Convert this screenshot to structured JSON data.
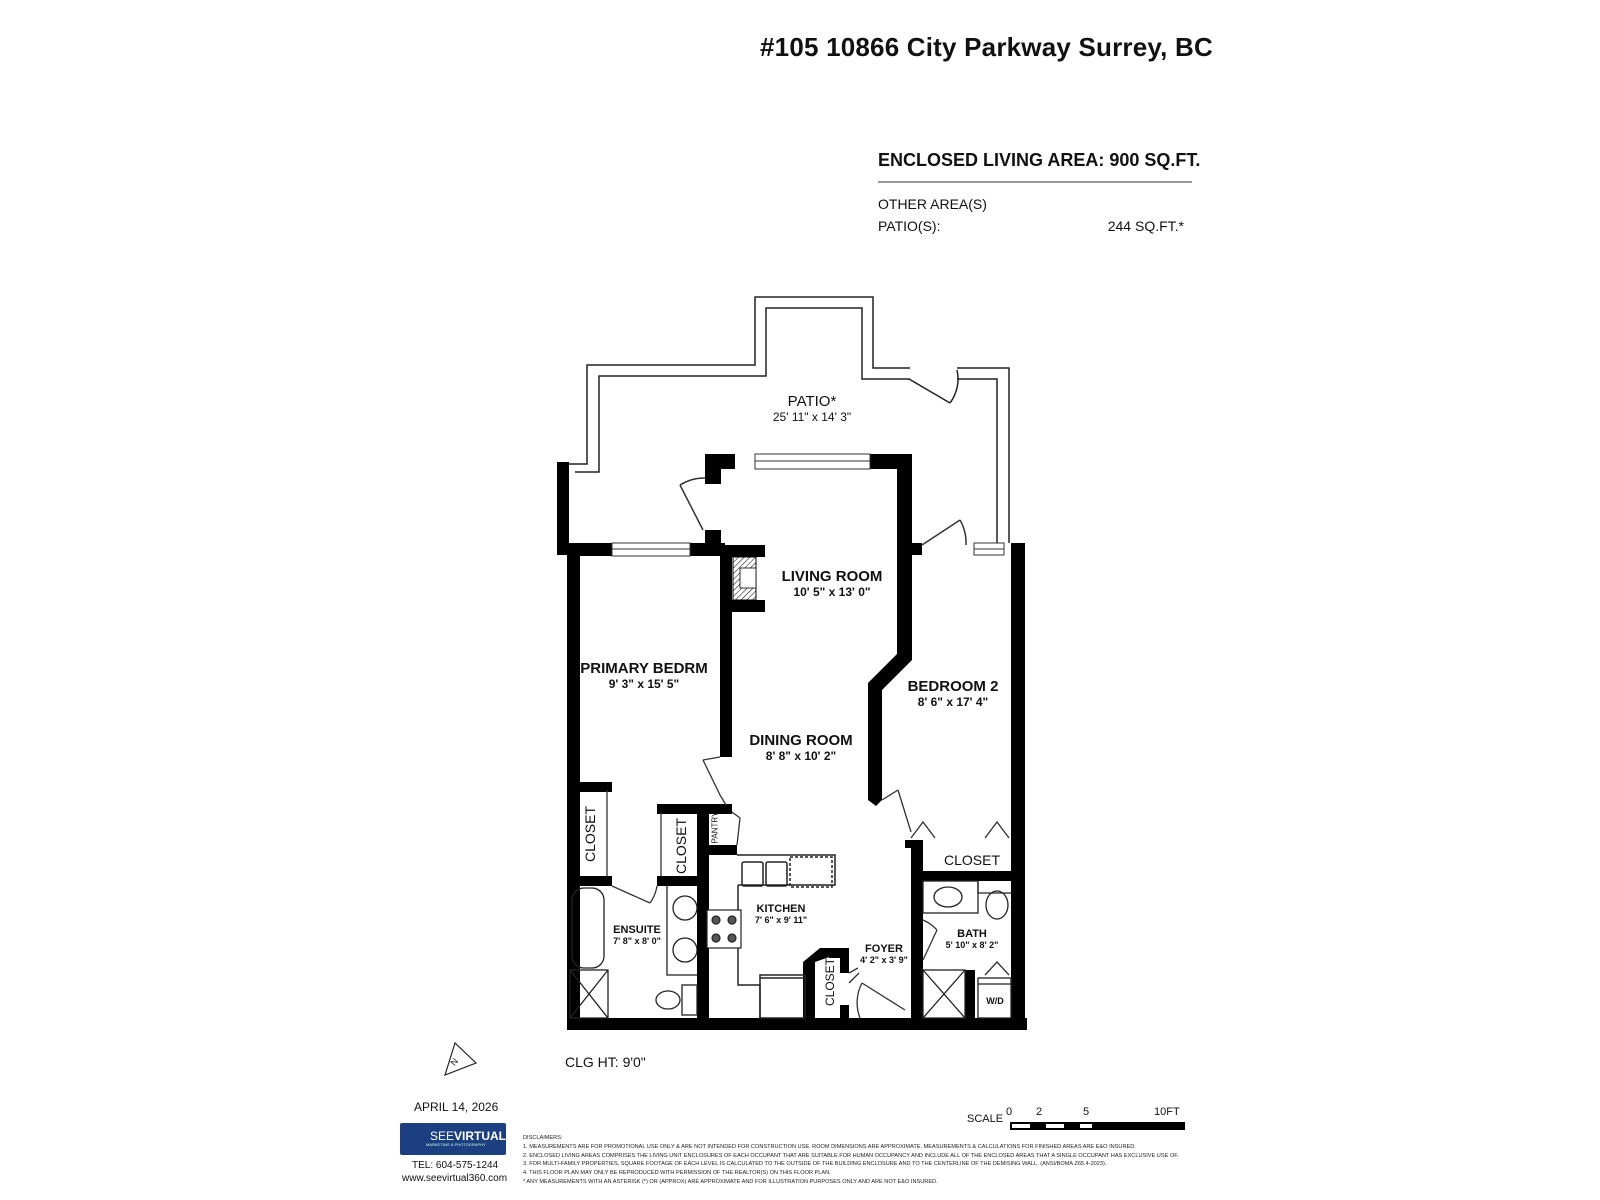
{
  "header": {
    "address": "#105 10866 City Parkway Surrey, BC"
  },
  "areas": {
    "enclosed_living_area": "ENCLOSED LIVING AREA: 900 SQ.FT.",
    "other_areas_label": "OTHER AREA(S)",
    "patio_label": "PATIO(S):",
    "patio_value": "244 SQ.FT.*"
  },
  "rooms": {
    "patio": {
      "name": "PATIO*",
      "dim": "25' 11\" x 14' 3\""
    },
    "living_room": {
      "name": "LIVING ROOM",
      "dim": "10' 5\" x 13' 0\""
    },
    "primary_bedrm": {
      "name": "PRIMARY BEDRM",
      "dim": "9' 3\" x 15' 5\""
    },
    "bedroom_2": {
      "name": "BEDROOM 2",
      "dim": "8' 6\" x 17' 4\""
    },
    "dining_room": {
      "name": "DINING ROOM",
      "dim": "8' 8\" x 10' 2\""
    },
    "kitchen": {
      "name": "KITCHEN",
      "dim": "7' 6\" x 9' 11\""
    },
    "ensuite": {
      "name": "ENSUITE",
      "dim": "7' 8\" x 8' 0\""
    },
    "foyer": {
      "name": "FOYER",
      "dim": "4' 2\" x 3' 9\""
    },
    "bath": {
      "name": "BATH",
      "dim": "5' 10\" x 8' 2\""
    },
    "closet_primary_1": {
      "name": "CLOSET"
    },
    "closet_primary_2": {
      "name": "CLOSET"
    },
    "closet_bedroom_2": {
      "name": "CLOSET"
    },
    "closet_foyer": {
      "name": "CLOSET"
    },
    "pantry": {
      "name": "PANTRY"
    },
    "wd": {
      "name": "W/D"
    }
  },
  "plan_notes": {
    "ceiling_height": "CLG HT: 9'0\"",
    "north_label": "N"
  },
  "scale": {
    "label": "SCALE",
    "ticks": [
      "0",
      "2",
      "5",
      "10FT"
    ]
  },
  "footer": {
    "date": "APRIL 14, 2026",
    "brand_name_light": "SEE",
    "brand_name_bold": "VIRTUAL",
    "brand_tagline": "MARKETING & PHOTOGRAPHY",
    "brand_color": "#1b3f80",
    "tel": "TEL: 604-575-1244",
    "website": "www.seevirtual360.com",
    "disclaimers_title": "DISCLAIMERS:",
    "disclaimers": [
      "1. MEASUREMENTS ARE FOR PROMOTIONAL USE ONLY & ARE NOT INTENDED FOR CONSTRUCTION USE. ROOM DIMENSIONS ARE APPROXIMATE. MEASUREMENTS & CALCULATIONS FOR FINISHED AREAS ARE E&O INSURED.",
      "2. ENCLOSED LIVING AREAS COMPRISES THE LIVING UNIT ENCLOSURES OF EACH OCCUPANT THAT ARE SUITABLE FOR HUMAN OCCUPANCY AND INCLUDE ALL OF THE ENCLOSED AREAS THAT A SINGLE OCCUPANT HAS EXCLUSIVE USE OF.",
      "3. FOR MULTI-FAMILY PROPERTIES, SQUARE FOOTAGE OF EACH LEVEL IS CALCULATED TO THE OUTSIDE OF THE BUILDING ENCLOSURE AND TO THE CENTERLINE OF THE DEMISING WALL. (ANSI/BOMA Z65.4-2023).",
      "4. THIS FLOOR PLAN MAY ONLY BE REPRODUCED WITH PERMISSION OF THE REALTOR(S) ON THIS FLOOR PLAN.",
      "* ANY MEASUREMENTS WITH AN ASTERISK (*) OR (APPROX) ARE APPROXIMATE AND FOR ILLUSTRATION PURPOSES ONLY AND ARE NOT E&O INSURED."
    ]
  }
}
